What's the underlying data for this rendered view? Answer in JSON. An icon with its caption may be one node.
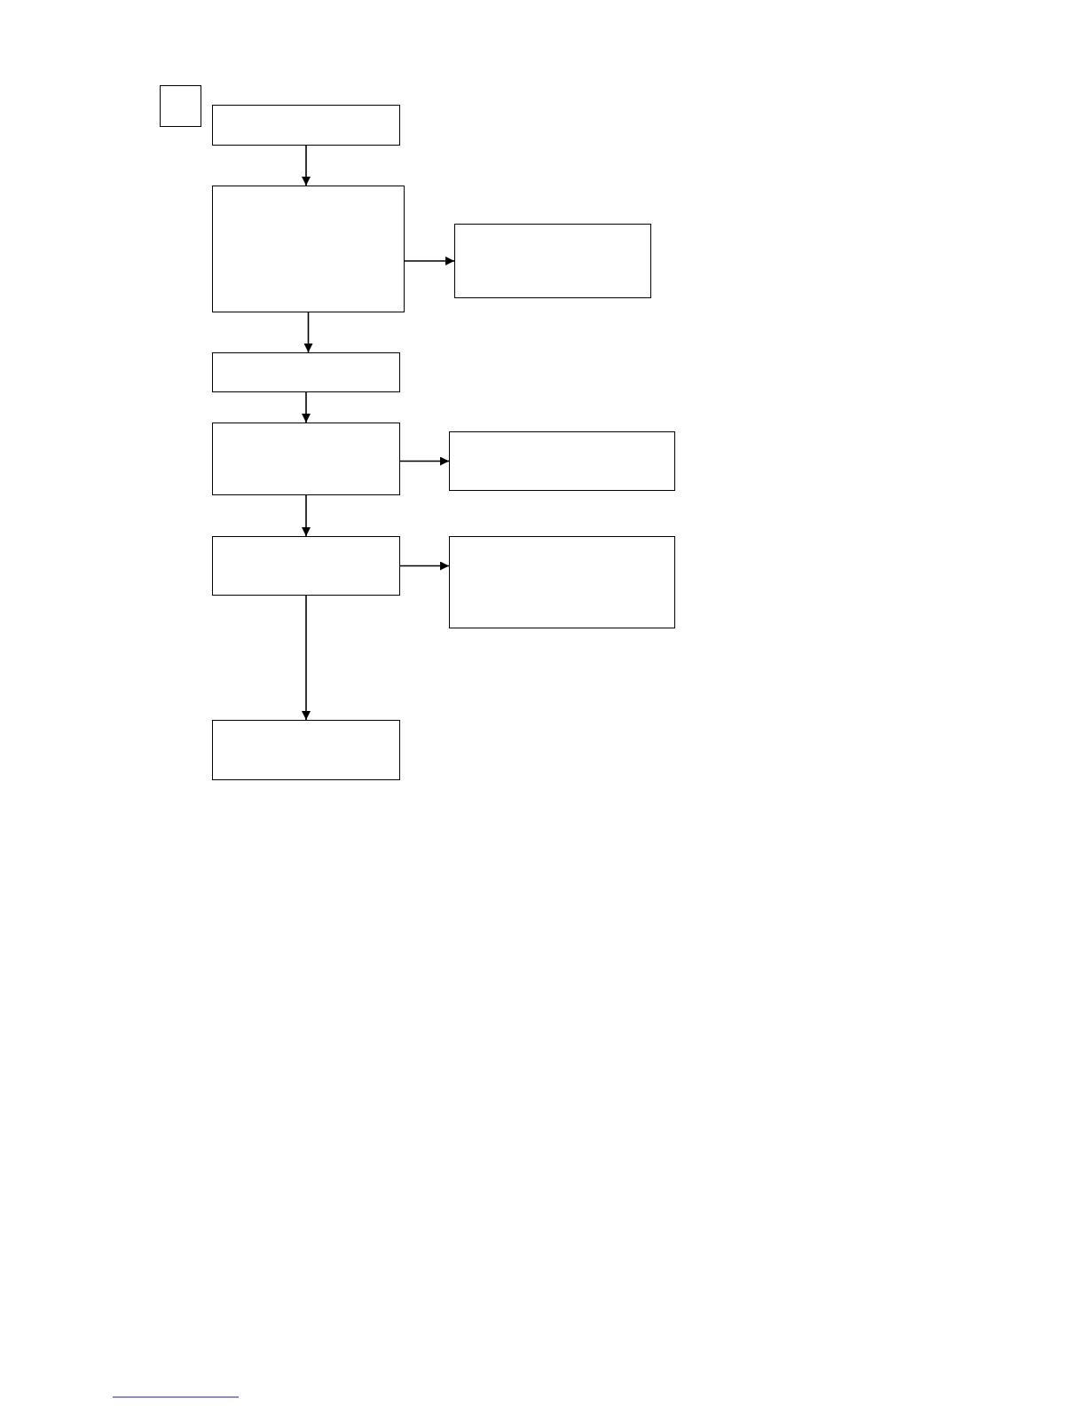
{
  "diagram": {
    "nodes": [
      {
        "text": [],
        "shape": "box"
      },
      {
        "text": [],
        "shape": "box"
      },
      {
        "text": [],
        "shape": "box"
      },
      {
        "text": [],
        "shape": "box"
      },
      {
        "text": [],
        "shape": "box"
      },
      {
        "text": [],
        "shape": "box"
      },
      {
        "text": [],
        "shape": "box"
      },
      {
        "text": [],
        "shape": "box"
      },
      {
        "text": [],
        "shape": "box"
      },
      {
        "text": [],
        "shape": "box"
      }
    ],
    "edges": [
      {
        "from": 1,
        "to": 2,
        "arrow": "to"
      },
      {
        "from": 2,
        "to": 3,
        "arrow": "to"
      },
      {
        "from": 2,
        "to": 4,
        "arrow": "to"
      },
      {
        "from": 4,
        "to": 5,
        "arrow": "to"
      },
      {
        "from": 5,
        "to": 6,
        "arrow": "to"
      },
      {
        "from": 5,
        "to": 7,
        "arrow": "to"
      },
      {
        "from": 7,
        "to": 8,
        "arrow": "to"
      },
      {
        "from": 7,
        "to": 9,
        "arrow": "to"
      }
    ]
  }
}
